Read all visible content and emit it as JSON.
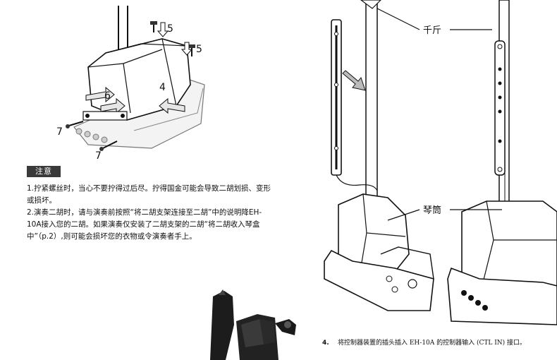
{
  "left_figure": {
    "callouts": [
      "5",
      "5",
      "4",
      "6",
      "7",
      "7"
    ]
  },
  "note": {
    "badge": "注意",
    "item1": "1.拧紧螺丝时，当心不要拧得过后尽。拧得国金可能会导致二胡划损、变形或损坏。",
    "item2": "2.演奏二胡时，请与演奏前按照“将二胡支架连接至二胡”中的说明降EH-10A接入您的二胡。如果演奏仅安装了二胡支架的二胡“将二胡收入琴盒中”（p.2）,则可能会损坏您的衣物或令演奏者手上。"
  },
  "right_figure": {
    "label_top": "千斤",
    "label_mid": "琴筒"
  },
  "step4": {
    "number": "4.",
    "text": "将控制器装置的插头插入 EH-10A 的控制器输入 (CTL IN) 接口。"
  }
}
